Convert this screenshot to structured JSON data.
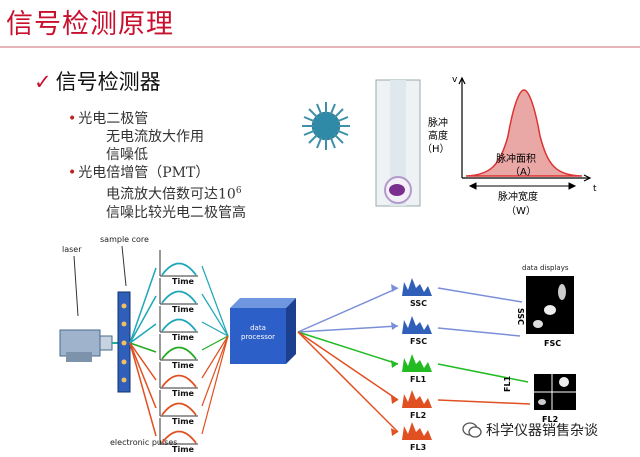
{
  "slide": {
    "title": "信号检测原理",
    "heading": "信号检测器",
    "checkmark": "✓"
  },
  "bullets": {
    "item1": "光电二极管",
    "item1_sub1": "无电流放大作用",
    "item1_sub2": "信噪低",
    "item2": "光电倍增管（PMT）",
    "item2_sub1_prefix": "电流放大倍数可达10",
    "item2_sub1_exp": "6",
    "item2_sub2": "信噪比较光电二极管高"
  },
  "pulse_diagram": {
    "v_label": "v",
    "t_label": "t",
    "height_l1": "脉冲",
    "height_l2": "高度",
    "height_l3": "（H）",
    "area_l1": "脉冲面积",
    "area_l2": "（A）",
    "width_l1": "脉冲宽度",
    "width_l2": "（W）"
  },
  "flow": {
    "laser": "laser",
    "sample_core": "sample core",
    "electronic_pulses": "electronic pulses",
    "time": "Time",
    "processor_l1": "data",
    "processor_l2": "processor",
    "data_displays": "data displays",
    "ssc": "SSC",
    "fsc": "FSC",
    "fl1": "FL1",
    "fl2": "FL2",
    "fl3": "FL3",
    "plot_ssc": "SSC",
    "plot_fsc": "FSC",
    "plot_fl1": "FL1",
    "plot_fl2": "FL2"
  },
  "watermark": "科学仪器销售杂谈",
  "colors": {
    "title_red": "#c8102e",
    "pulse_fill": "#e8a0a0",
    "arrow_blue": "#7a8fd8",
    "arrow_green": "#22bb22",
    "arrow_red": "#e05020",
    "processor_blue": "#2d5fc8"
  }
}
